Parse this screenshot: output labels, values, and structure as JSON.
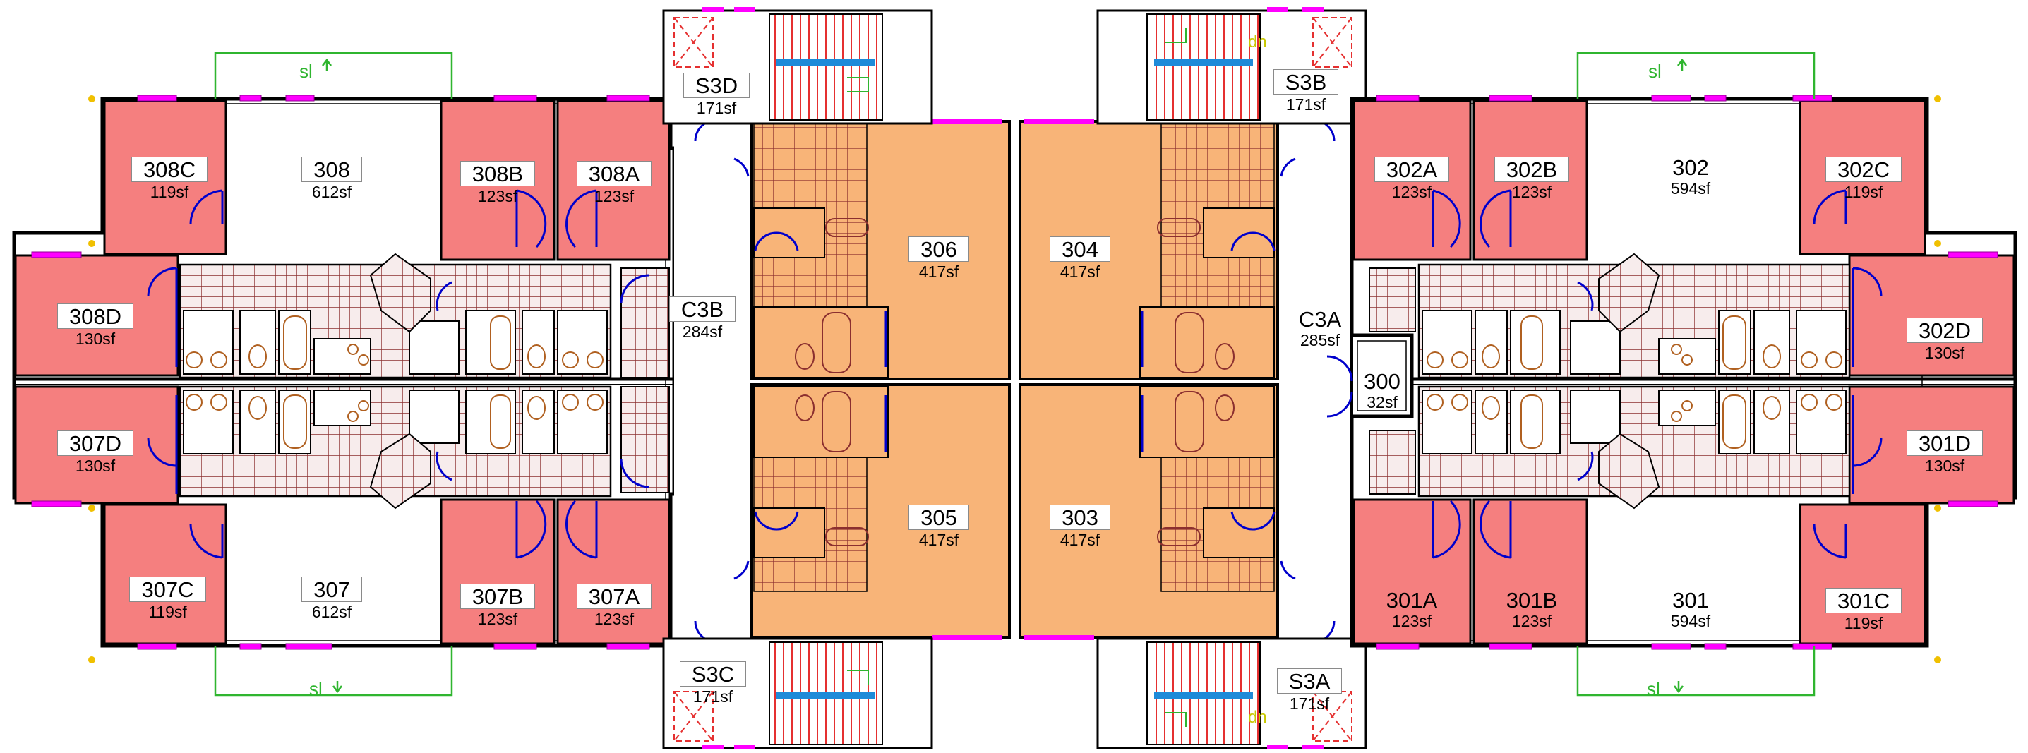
{
  "colors": {
    "bedroom": "#f57f7f",
    "studio": "#f8b478",
    "tile": "#8b2f2f",
    "wall": "#000000",
    "window": "#ff00ff",
    "door": "#0000cc",
    "stair": "#e53030",
    "stair_rail": "#1e8ad8",
    "sl_line": "#2fb52f",
    "marker": "#f0c000"
  },
  "annotations": {
    "sl": "sl",
    "dn": "dn"
  },
  "rooms": {
    "308C": {
      "num": "308C",
      "area": "119sf"
    },
    "308": {
      "num": "308",
      "area": "612sf"
    },
    "308B": {
      "num": "308B",
      "area": "123sf"
    },
    "308A": {
      "num": "308A",
      "area": "123sf"
    },
    "308D": {
      "num": "308D",
      "area": "130sf"
    },
    "307D": {
      "num": "307D",
      "area": "130sf"
    },
    "307C": {
      "num": "307C",
      "area": "119sf"
    },
    "307": {
      "num": "307",
      "area": "612sf"
    },
    "307B": {
      "num": "307B",
      "area": "123sf"
    },
    "307A": {
      "num": "307A",
      "area": "123sf"
    },
    "S3D": {
      "num": "S3D",
      "area": "171sf"
    },
    "S3C": {
      "num": "S3C",
      "area": "171sf"
    },
    "C3B": {
      "num": "C3B",
      "area": "284sf"
    },
    "306": {
      "num": "306",
      "area": "417sf"
    },
    "305": {
      "num": "305",
      "area": "417sf"
    },
    "304": {
      "num": "304",
      "area": "417sf"
    },
    "303": {
      "num": "303",
      "area": "417sf"
    },
    "S3B": {
      "num": "S3B",
      "area": "171sf"
    },
    "S3A": {
      "num": "S3A",
      "area": "171sf"
    },
    "C3A": {
      "num": "C3A",
      "area": "285sf"
    },
    "300": {
      "num": "300",
      "area": "32sf"
    },
    "302A": {
      "num": "302A",
      "area": "123sf"
    },
    "302B": {
      "num": "302B",
      "area": "123sf"
    },
    "302": {
      "num": "302",
      "area": "594sf"
    },
    "302C": {
      "num": "302C",
      "area": "119sf"
    },
    "302D": {
      "num": "302D",
      "area": "130sf"
    },
    "301D": {
      "num": "301D",
      "area": "130sf"
    },
    "301A": {
      "num": "301A",
      "area": "123sf"
    },
    "301B": {
      "num": "301B",
      "area": "123sf"
    },
    "301": {
      "num": "301",
      "area": "594sf"
    },
    "301C": {
      "num": "301C",
      "area": "119sf"
    }
  }
}
